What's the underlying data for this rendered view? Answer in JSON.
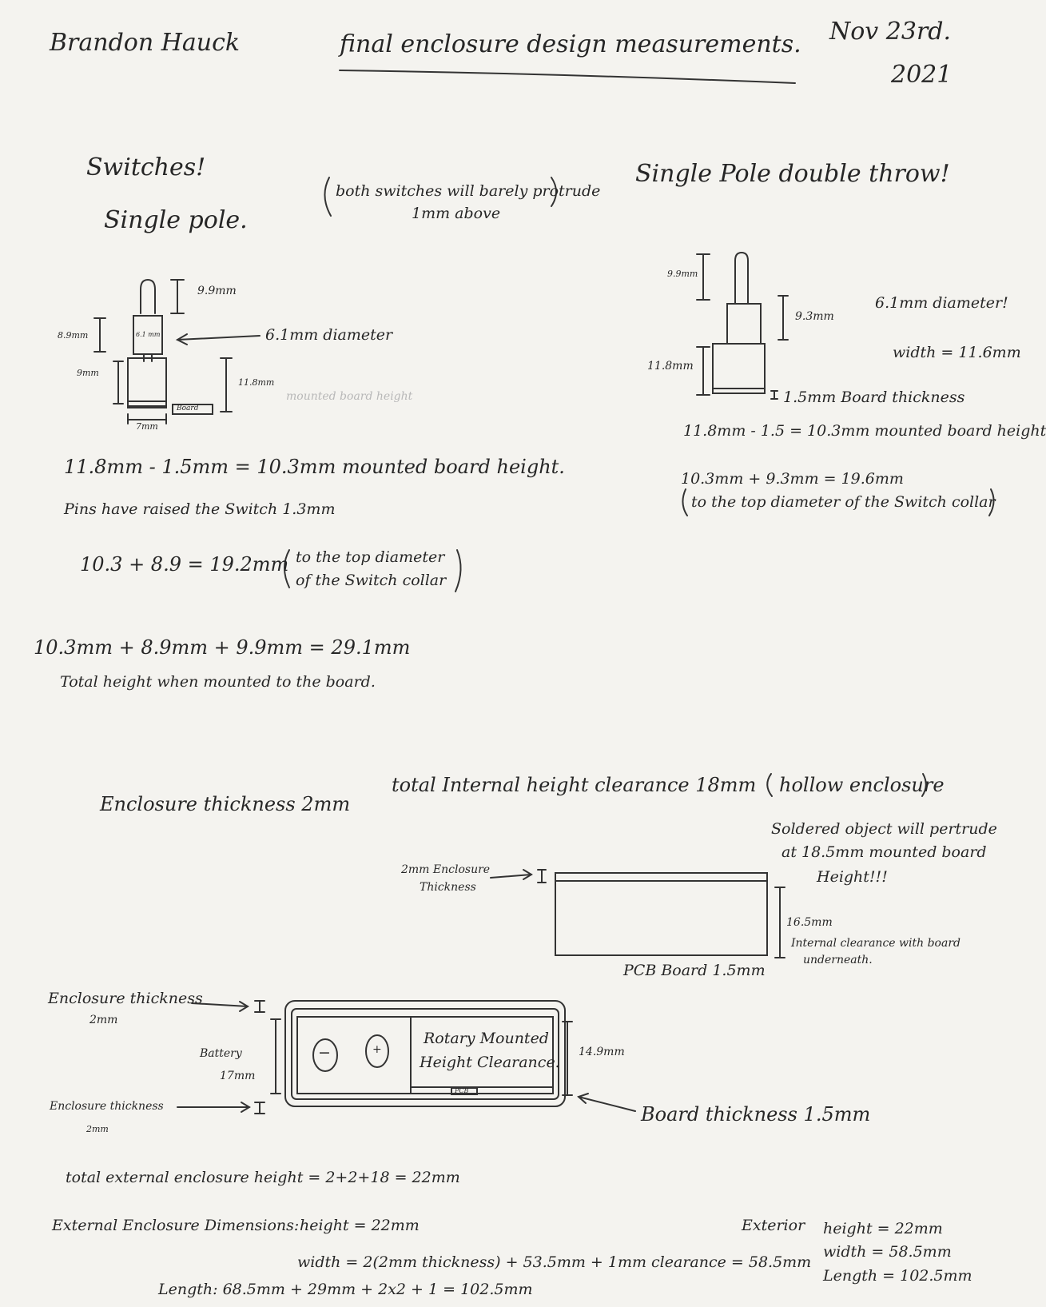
{
  "header": {
    "author": "Brandon Hauck",
    "title": "final enclosure design measurements.",
    "date_line1": "Nov 23rd.",
    "date_line2": "2021"
  },
  "switches": {
    "heading": "Switches!",
    "single_pole": {
      "label": "Single pole.",
      "dim_top": "9.9mm",
      "dim_collar": "8.9mm",
      "dim_body": "9mm",
      "dim_collar_inner": "6.1 mm",
      "dim_width": "7mm",
      "dim_height": "11.8mm",
      "diameter_note": "6.1mm diameter",
      "faint_note": "mounted board height",
      "board_label": "Board",
      "calc1": "11.8mm - 1.5mm = 10.3mm mounted board height.",
      "calc2": "Pins have raised the Switch 1.3mm",
      "calc3_expr": "10.3 + 8.9 = 19.2mm",
      "calc3_note_line1": "to the top diameter",
      "calc3_note_line2": "of the Switch collar",
      "calc4": "10.3mm + 8.9mm + 9.9mm = 29.1mm",
      "calc4_note": "Total height when mounted to the board."
    },
    "protrude_note_line1": "both switches will barely protrude",
    "protrude_note_line2": "1mm above",
    "spdt": {
      "label": "Single Pole double throw!",
      "dim_top": "9.9mm",
      "dim_collar": "9.3mm",
      "dim_height": "11.8mm",
      "diameter_note": "6.1mm diameter!",
      "width_note": "width = 11.6mm",
      "board_note": "1.5mm Board thickness",
      "calc1": "11.8mm - 1.5 = 10.3mm mounted board height",
      "calc2": "10.3mm + 9.3mm = 19.6mm",
      "calc2_note": "to the top diameter of the Switch collar"
    }
  },
  "enclosure": {
    "thickness_heading": "Enclosure thickness 2mm",
    "internal_clearance_heading": "total Internal height clearance 18mm",
    "hollow_note": "hollow enclosure",
    "soldered_note_line1": "Soldered object will pertrude",
    "soldered_note_line2": "at 18.5mm mounted board",
    "soldered_note_line3": "Height!!!",
    "side_thickness_line1": "2mm Enclosure",
    "side_thickness_line2": "Thickness",
    "side_clearance_value": "16.5mm",
    "side_clearance_line1": "Internal clearance with board",
    "side_clearance_line2": "underneath.",
    "pcb_label": "PCB Board 1.5mm",
    "top_thickness_line1": "Enclosure thickness",
    "top_thickness_line2": "2mm",
    "battery_line1": "Battery",
    "battery_line2": "17mm",
    "minus_symbol": "−",
    "plus_symbol": "+",
    "rotary_line1": "Rotary Mounted",
    "rotary_line2": "Height Clearance.",
    "pcb_small": "PCB",
    "right_dim": "14.9mm",
    "bottom_thickness_line1": "Enclosure thickness",
    "bottom_thickness_line2": "2mm",
    "board_thickness_note": "Board thickness 1.5mm"
  },
  "totals": {
    "external_height": "total external enclosure height = 2+2+18 = 22mm",
    "dims_label": "External Enclosure Dimensions:",
    "dims_height": "height = 22mm",
    "dims_width": "width = 2(2mm thickness) + 53.5mm + 1mm clearance = 58.5mm",
    "dims_length": "Length: 68.5mm + 29mm + 2x2 + 1 = 102.5mm",
    "exterior_label": "Exterior",
    "exterior_height": "height = 22mm",
    "exterior_width": "width = 58.5mm",
    "exterior_length": "Length = 102.5mm"
  }
}
